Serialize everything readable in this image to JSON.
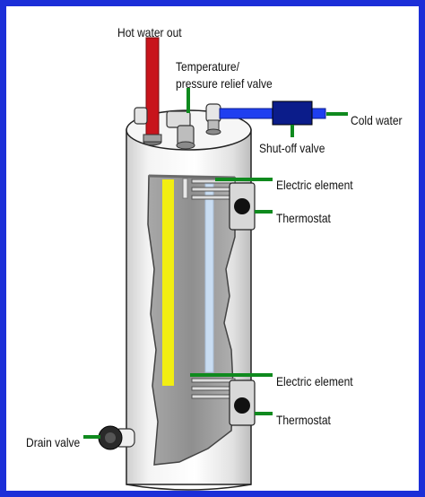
{
  "colors": {
    "frame_border": "#1c2fd8",
    "hot_pipe": "#c8141c",
    "cold_pipe": "#1f3ff0",
    "shutoff_valve": "#0b1c8a",
    "leader_lines": "#0f8a1e",
    "hot_zone": "#f2ee12",
    "cold_zone": "#c9ddf2",
    "tank_interior": "#9c9c9c"
  },
  "labels": {
    "hot_water_out": "Hot water out",
    "temp_relief_line1": "Temperature/",
    "temp_relief_line2": "pressure relief valve",
    "cold_water": "Cold water",
    "shutoff_valve": "Shut-off valve",
    "electric_element_top": "Electric element",
    "thermostat_top": "Thermostat",
    "electric_element_bottom": "Electric element",
    "thermostat_bottom": "Thermostat",
    "drain_valve": "Drain valve"
  }
}
